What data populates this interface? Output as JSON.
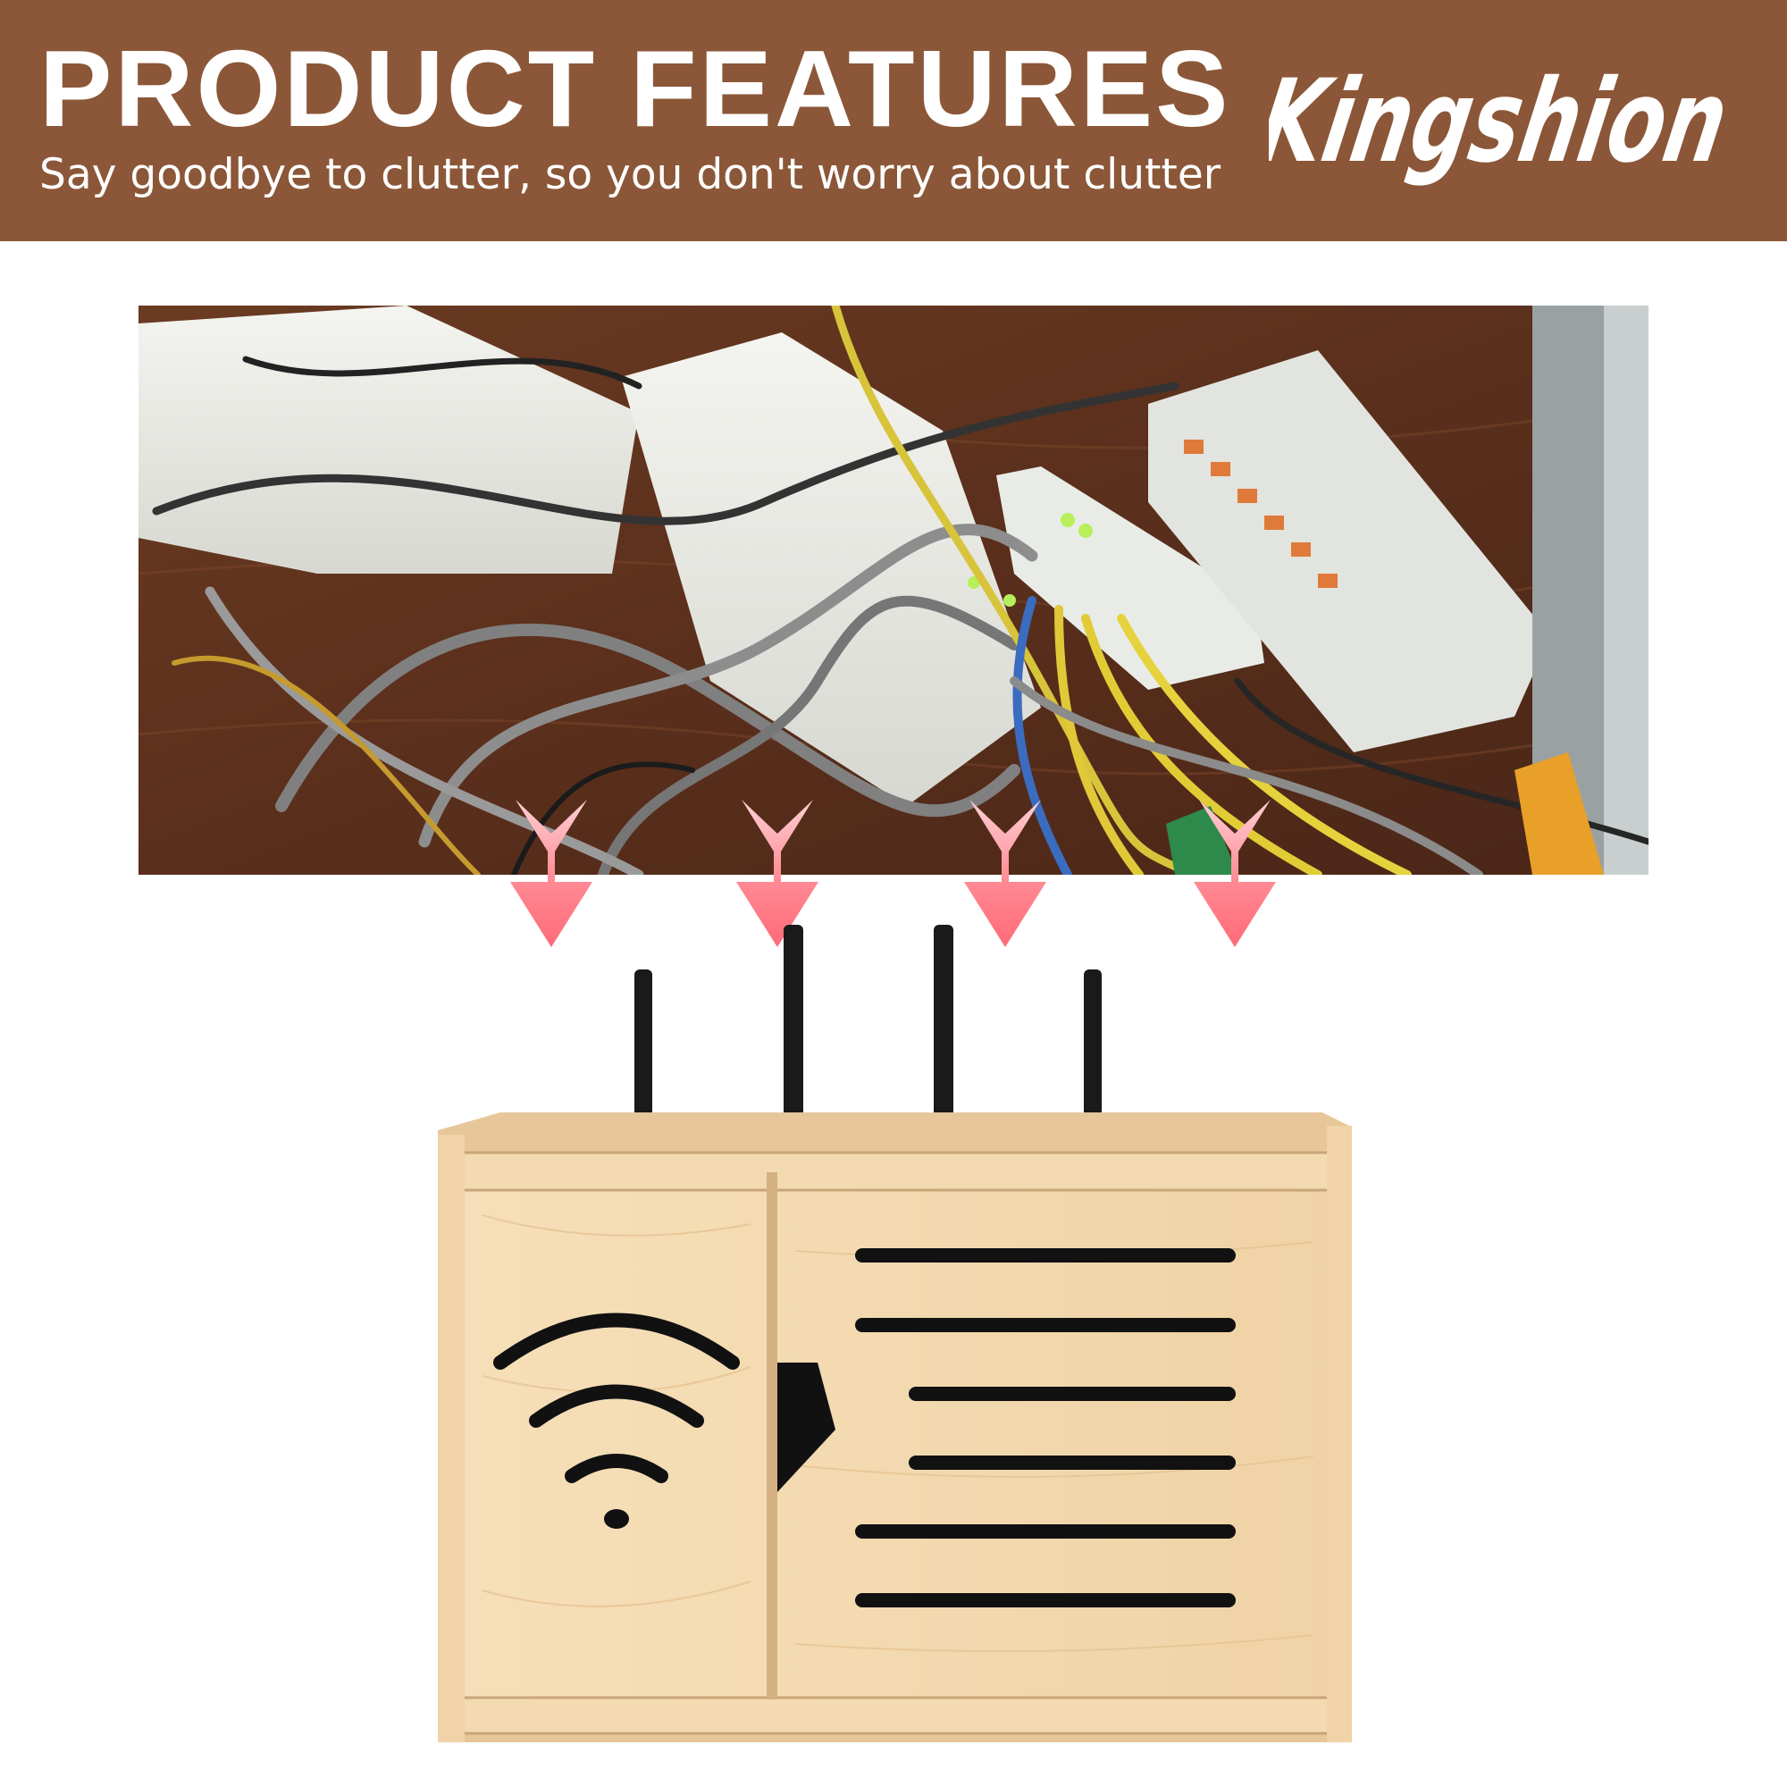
{
  "banner": {
    "headline": "PRODUCT FEATURES",
    "tagline": "Say goodbye to clutter, so you don't worry about clutter",
    "brand_logo_text": "Kingshion",
    "background_color": "#8b5738"
  },
  "accent_colors": {
    "arrow": "#ff7a86",
    "wood": "#f1d7ad"
  },
  "icons": [
    "down-arrow-icon",
    "wifi-icon"
  ]
}
